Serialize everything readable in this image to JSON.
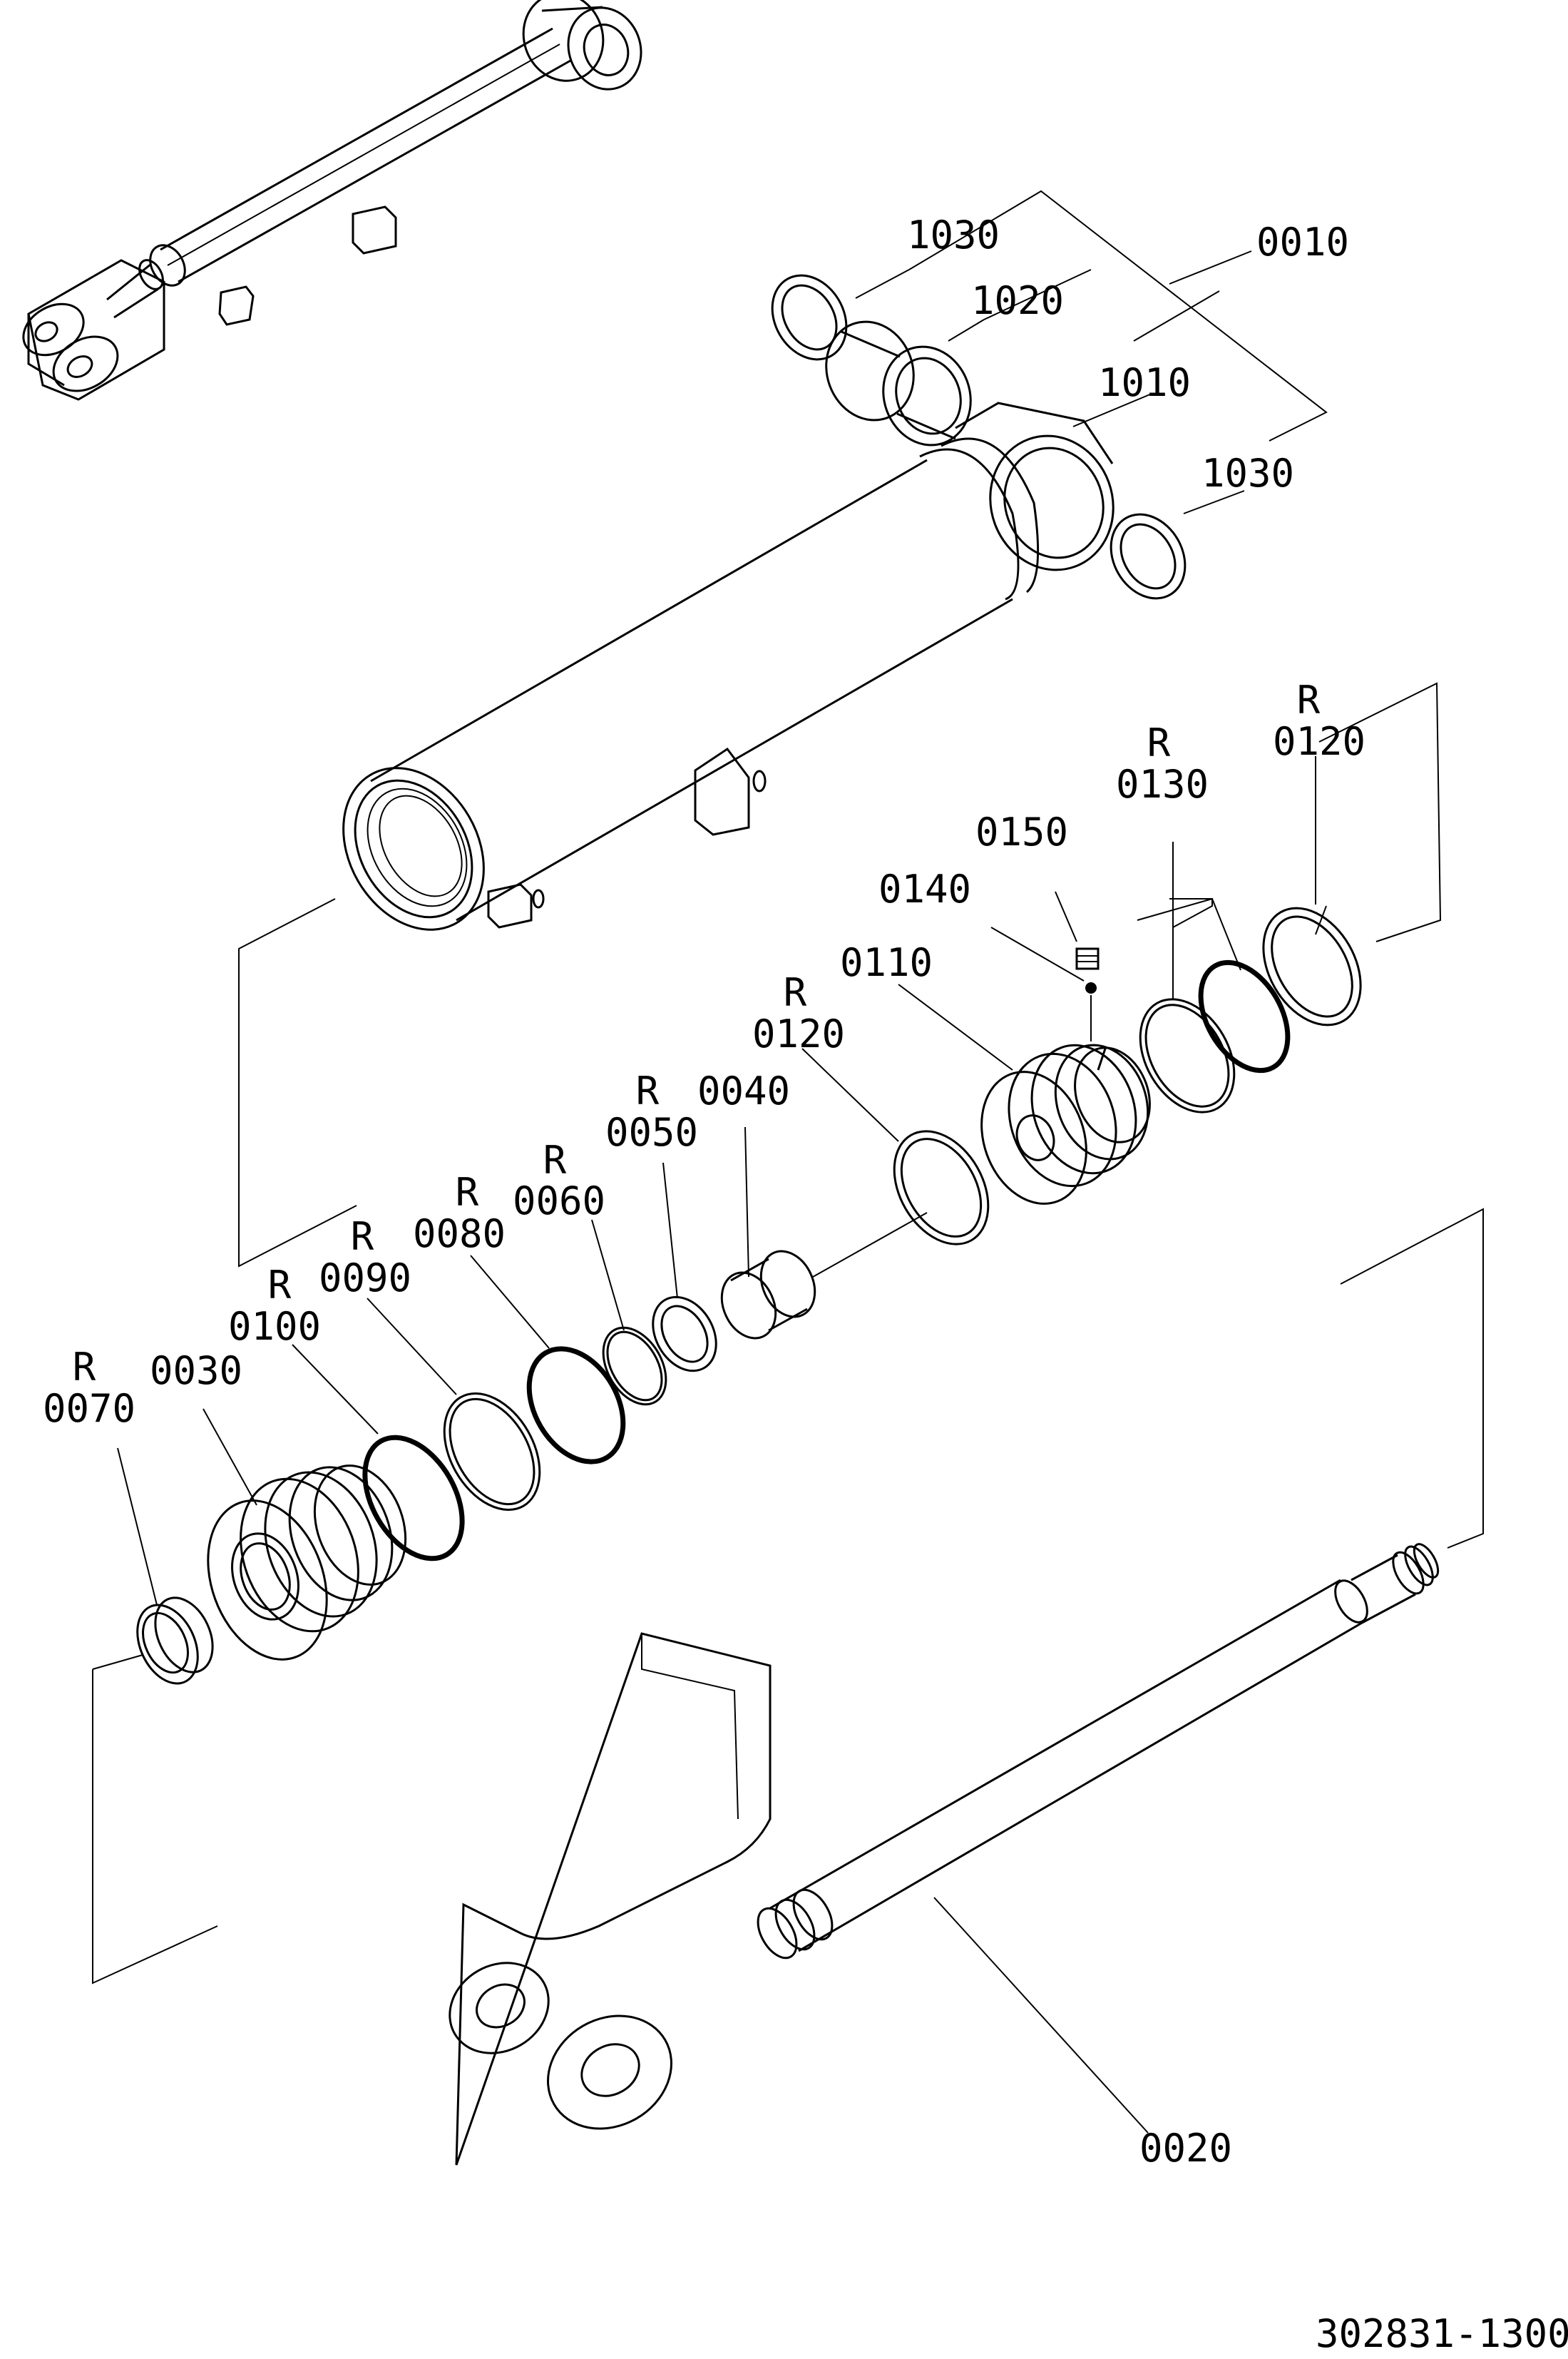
{
  "diagram": {
    "drawing_number": "302831-13000",
    "callouts": {
      "c1030a": {
        "code": "1030"
      },
      "c1020": {
        "code": "1020"
      },
      "c0010": {
        "code": "0010"
      },
      "c1010": {
        "code": "1010"
      },
      "c1030b": {
        "code": "1030"
      },
      "c0120a": {
        "prefix": "R",
        "code": "0120"
      },
      "c0130": {
        "prefix": "R",
        "code": "0130"
      },
      "c0150": {
        "code": "0150"
      },
      "c0140": {
        "code": "0140"
      },
      "c0110": {
        "code": "0110"
      },
      "c0120b": {
        "prefix": "R",
        "code": "0120"
      },
      "c0040": {
        "code": "0040"
      },
      "c0050": {
        "prefix": "R",
        "code": "0050"
      },
      "c0060": {
        "prefix": "R",
        "code": "0060"
      },
      "c0080": {
        "prefix": "R",
        "code": "0080"
      },
      "c0090": {
        "prefix": "R",
        "code": "0090"
      },
      "c0100": {
        "prefix": "R",
        "code": "0100"
      },
      "c0030": {
        "code": "0030"
      },
      "c0070": {
        "prefix": "R",
        "code": "0070"
      },
      "c0020": {
        "code": "0020"
      }
    }
  }
}
